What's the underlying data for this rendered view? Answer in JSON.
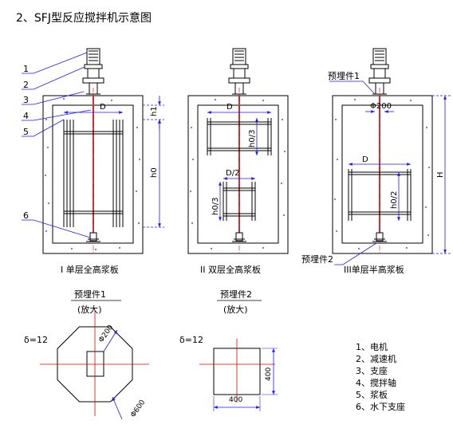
{
  "title": "2、SFJ型反应搅拌机示意图",
  "callouts": [
    "1",
    "2",
    "3",
    "4",
    "5",
    "6"
  ],
  "tank_single": {
    "caption": "I 单层全高浆板",
    "dim_d": "D",
    "dim_h1": "h1",
    "dim_h0": "h0"
  },
  "tank_double": {
    "caption": "II 双层全高浆板",
    "dim_d": "D",
    "dim_d_half": "D/2",
    "dim_h0_3a": "h0/3",
    "dim_h0_3b": "h0/3"
  },
  "tank_half": {
    "caption": "III单层半高浆板",
    "embed1": "预埋件1",
    "embed2": "预埋件2",
    "dim_phi": "Φ200",
    "dim_d": "D",
    "dim_h0_2": "h0/2",
    "dim_h": "H"
  },
  "detail1": {
    "title": "预埋件1",
    "subtitle": "(放大)",
    "delta": "δ=12",
    "phi_inner": "Φ200",
    "phi_outer": "Φ600"
  },
  "detail2": {
    "title": "预埋件2",
    "subtitle": "(放大)",
    "delta": "δ=12",
    "dim_w": "400",
    "dim_h": "400"
  },
  "legend": [
    "1、电机",
    "2、减速机",
    "3、支座",
    "4、搅拌轴",
    "5、浆板",
    "6、水下支座"
  ],
  "colors": {
    "line": "#000000",
    "leader": "#1a1aff",
    "dimension": "#1a1aff",
    "center": "#e00000",
    "shaft": "#c04040",
    "paddle": "#000000"
  }
}
